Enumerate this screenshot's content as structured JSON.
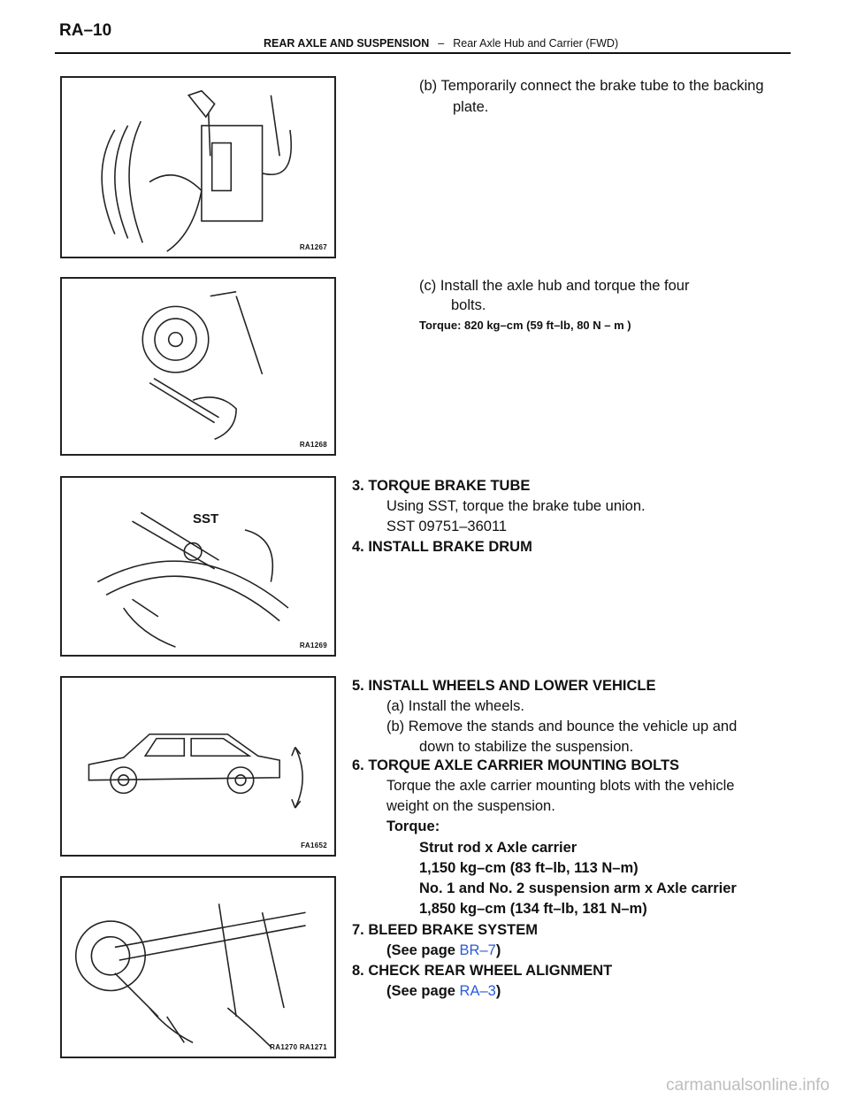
{
  "header": {
    "page_number": "RA–10",
    "section_bold": "REAR AXLE AND SUSPENSION",
    "separator": "–",
    "section_sub": "Rear Axle Hub and Carrier (FWD)"
  },
  "figures": [
    {
      "code": "RA1267"
    },
    {
      "code": "RA1268"
    },
    {
      "code": "RA1269",
      "label": "SST"
    },
    {
      "code": "FA1652"
    },
    {
      "code": "RA1270 RA1271"
    }
  ],
  "steps": {
    "b_line1": "(b) Temporarily connect the brake tube to the backing",
    "b_line2": "plate.",
    "c_line1": "(c)  Install  the  axle  hub  and  torque  the  four",
    "c_line2": "bolts.",
    "c_torque": "Torque: 820 kg–cm (59 ft–lb, 80 N – m )",
    "s3_title": "3. TORQUE BRAKE TUBE",
    "s3_line1": "Using SST, torque the brake tube union.",
    "s3_line2": "SST  09751–36011",
    "s4_title": "4. INSTALL BRAKE DRUM",
    "s5_title": "5. INSTALL WHEELS AND LOWER VEHICLE",
    "s5_a": "(a) Install the wheels.",
    "s5_b1": "(b)  Remove  the  stands  and  bounce  the  vehicle  up  and",
    "s5_b2": "down to stabilize the suspension.",
    "s6_title": "6. TORQUE AXLE CARRIER MOUNTING BOLTS",
    "s6_line1": "Torque the axle carrier mounting blots with the vehicle",
    "s6_line2": "weight on the suspension.",
    "s6_torque_label": "Torque:",
    "s6_t1": "Strut rod x Axle carrier",
    "s6_t2": "1,150 kg–cm (83 ft–lb, 113 N–m)",
    "s6_t3": "No. 1 and No. 2 suspension arm x Axle carrier",
    "s6_t4": "1,850 kg–cm (134 ft–lb, 181 N–m)",
    "s7_title": "7. BLEED BRAKE SYSTEM",
    "s7_see": "(See page ",
    "s7_link": "BR–7",
    "s7_close": ")",
    "s8_title": "8. CHECK REAR WHEEL ALIGNMENT",
    "s8_see": "(See page ",
    "s8_link": "RA–3",
    "s8_close": ")"
  },
  "watermark": "carmanualsonline.info",
  "colors": {
    "link": "#2b5bd7",
    "watermark": "#bdbdbd"
  }
}
